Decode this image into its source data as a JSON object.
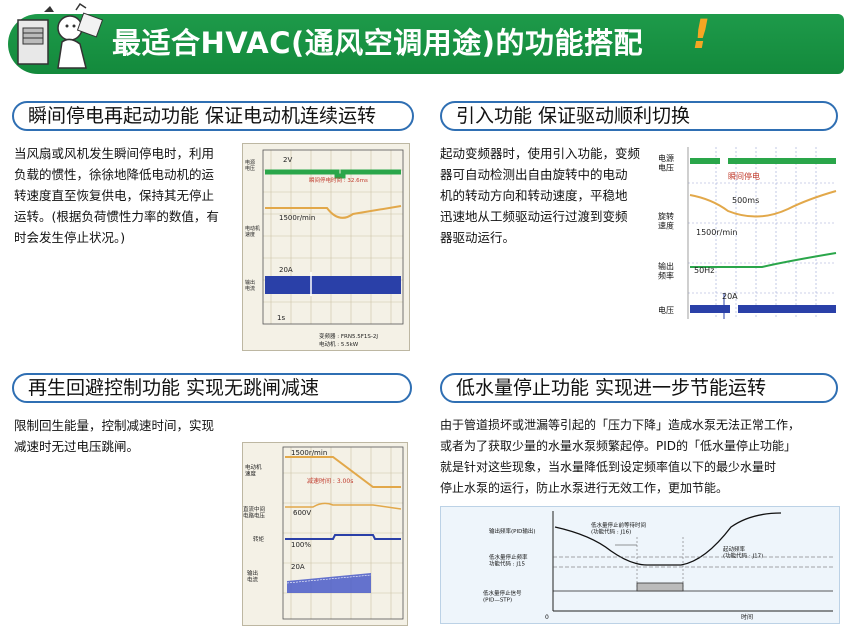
{
  "header": {
    "title": "最适合HVAC(通风空调用途)的功能搭配",
    "exclaim": "!"
  },
  "sections": [
    {
      "title": "瞬间停电再起动功能  保证电动机连续运转",
      "text_lines": [
        "当风扇或风机发生瞬间停电时，利用",
        "负载的惯性，徐徐地降低电动机的运",
        "转速度直至恢复供电，保持其无停止",
        "运转。(根据负荷惯性力率的数值，有",
        "时会发生停止状况。)"
      ]
    },
    {
      "title": "引入功能  保证驱动顺利切换",
      "text_lines": [
        "起动变频器时，使用引入功能，变频",
        "器可自动检测出自由旋转中的电动",
        "机的转动方向和转动速度，平稳地",
        "迅速地从工频驱动运行过渡到变频",
        "器驱动运行。"
      ]
    },
    {
      "title": "再生回避控制功能  实现无跳闸减速",
      "text_lines": [
        "限制回生能量，控制减速时间，实现",
        "减速时无过电压跳闸。"
      ]
    },
    {
      "title": "低水量停止功能  实现进一步节能运转",
      "text_lines": [
        "由于管道损坏或泄漏等引起的「压力下降」造成水泵无法正常工作，",
        "或者为了获取少量的水量水泵频繁起停。PID的「低水量停止功能」",
        "就是针对这些现象，当水量降低到设定频率值以下的最少水量时",
        "停止水泵的运行，防止水泵进行无效工作，更加节能。"
      ]
    }
  ],
  "chart1": {
    "labels": {
      "voltage": "电源\n电压",
      "speed": "电动机\n速度",
      "current": "输出\n电流"
    },
    "annotations": {
      "v": "2V",
      "time": "瞬间停电时间 : 32.6ms",
      "rpm": "1500r/min",
      "amp": "20A",
      "sec": "1s"
    },
    "footer": [
      "变频器 : FRN5.5F1S-2J",
      "电动机 : 5.5kW"
    ]
  },
  "chart2": {
    "labels": {
      "voltage": "电源\n电压",
      "speed": "旋转\n速度",
      "freq": "输出\n频率",
      "current": "电压"
    },
    "annotations": {
      "outage": "瞬间停电",
      "ms": "500ms",
      "rpm": "1500r/min",
      "hz": "50Hz",
      "amp": "20A"
    }
  },
  "chart3": {
    "labels": {
      "speed": "电动机\n速度",
      "dcv": "直流中间\n电路电压",
      "torque": "转矩",
      "current": "输出\n电流"
    },
    "annotations": {
      "rpm": "1500r/min",
      "decel": "减速时间 : 3.00s",
      "v": "600V",
      "pct": "100%",
      "amp": "20A"
    }
  },
  "chart4": {
    "labels": {
      "pid_out": "输出频率(PID输出)",
      "stop_freq": "低水量停止频率\n功能代码 : J15",
      "wait": "低水量停止前等待时间\n(功能代码 : J16)",
      "start_freq": "起动频率\n(功能代码 : J17)",
      "stop_sig": "低水量停止信号\n(PID—STP)",
      "zero": "0",
      "time": "时间"
    }
  }
}
